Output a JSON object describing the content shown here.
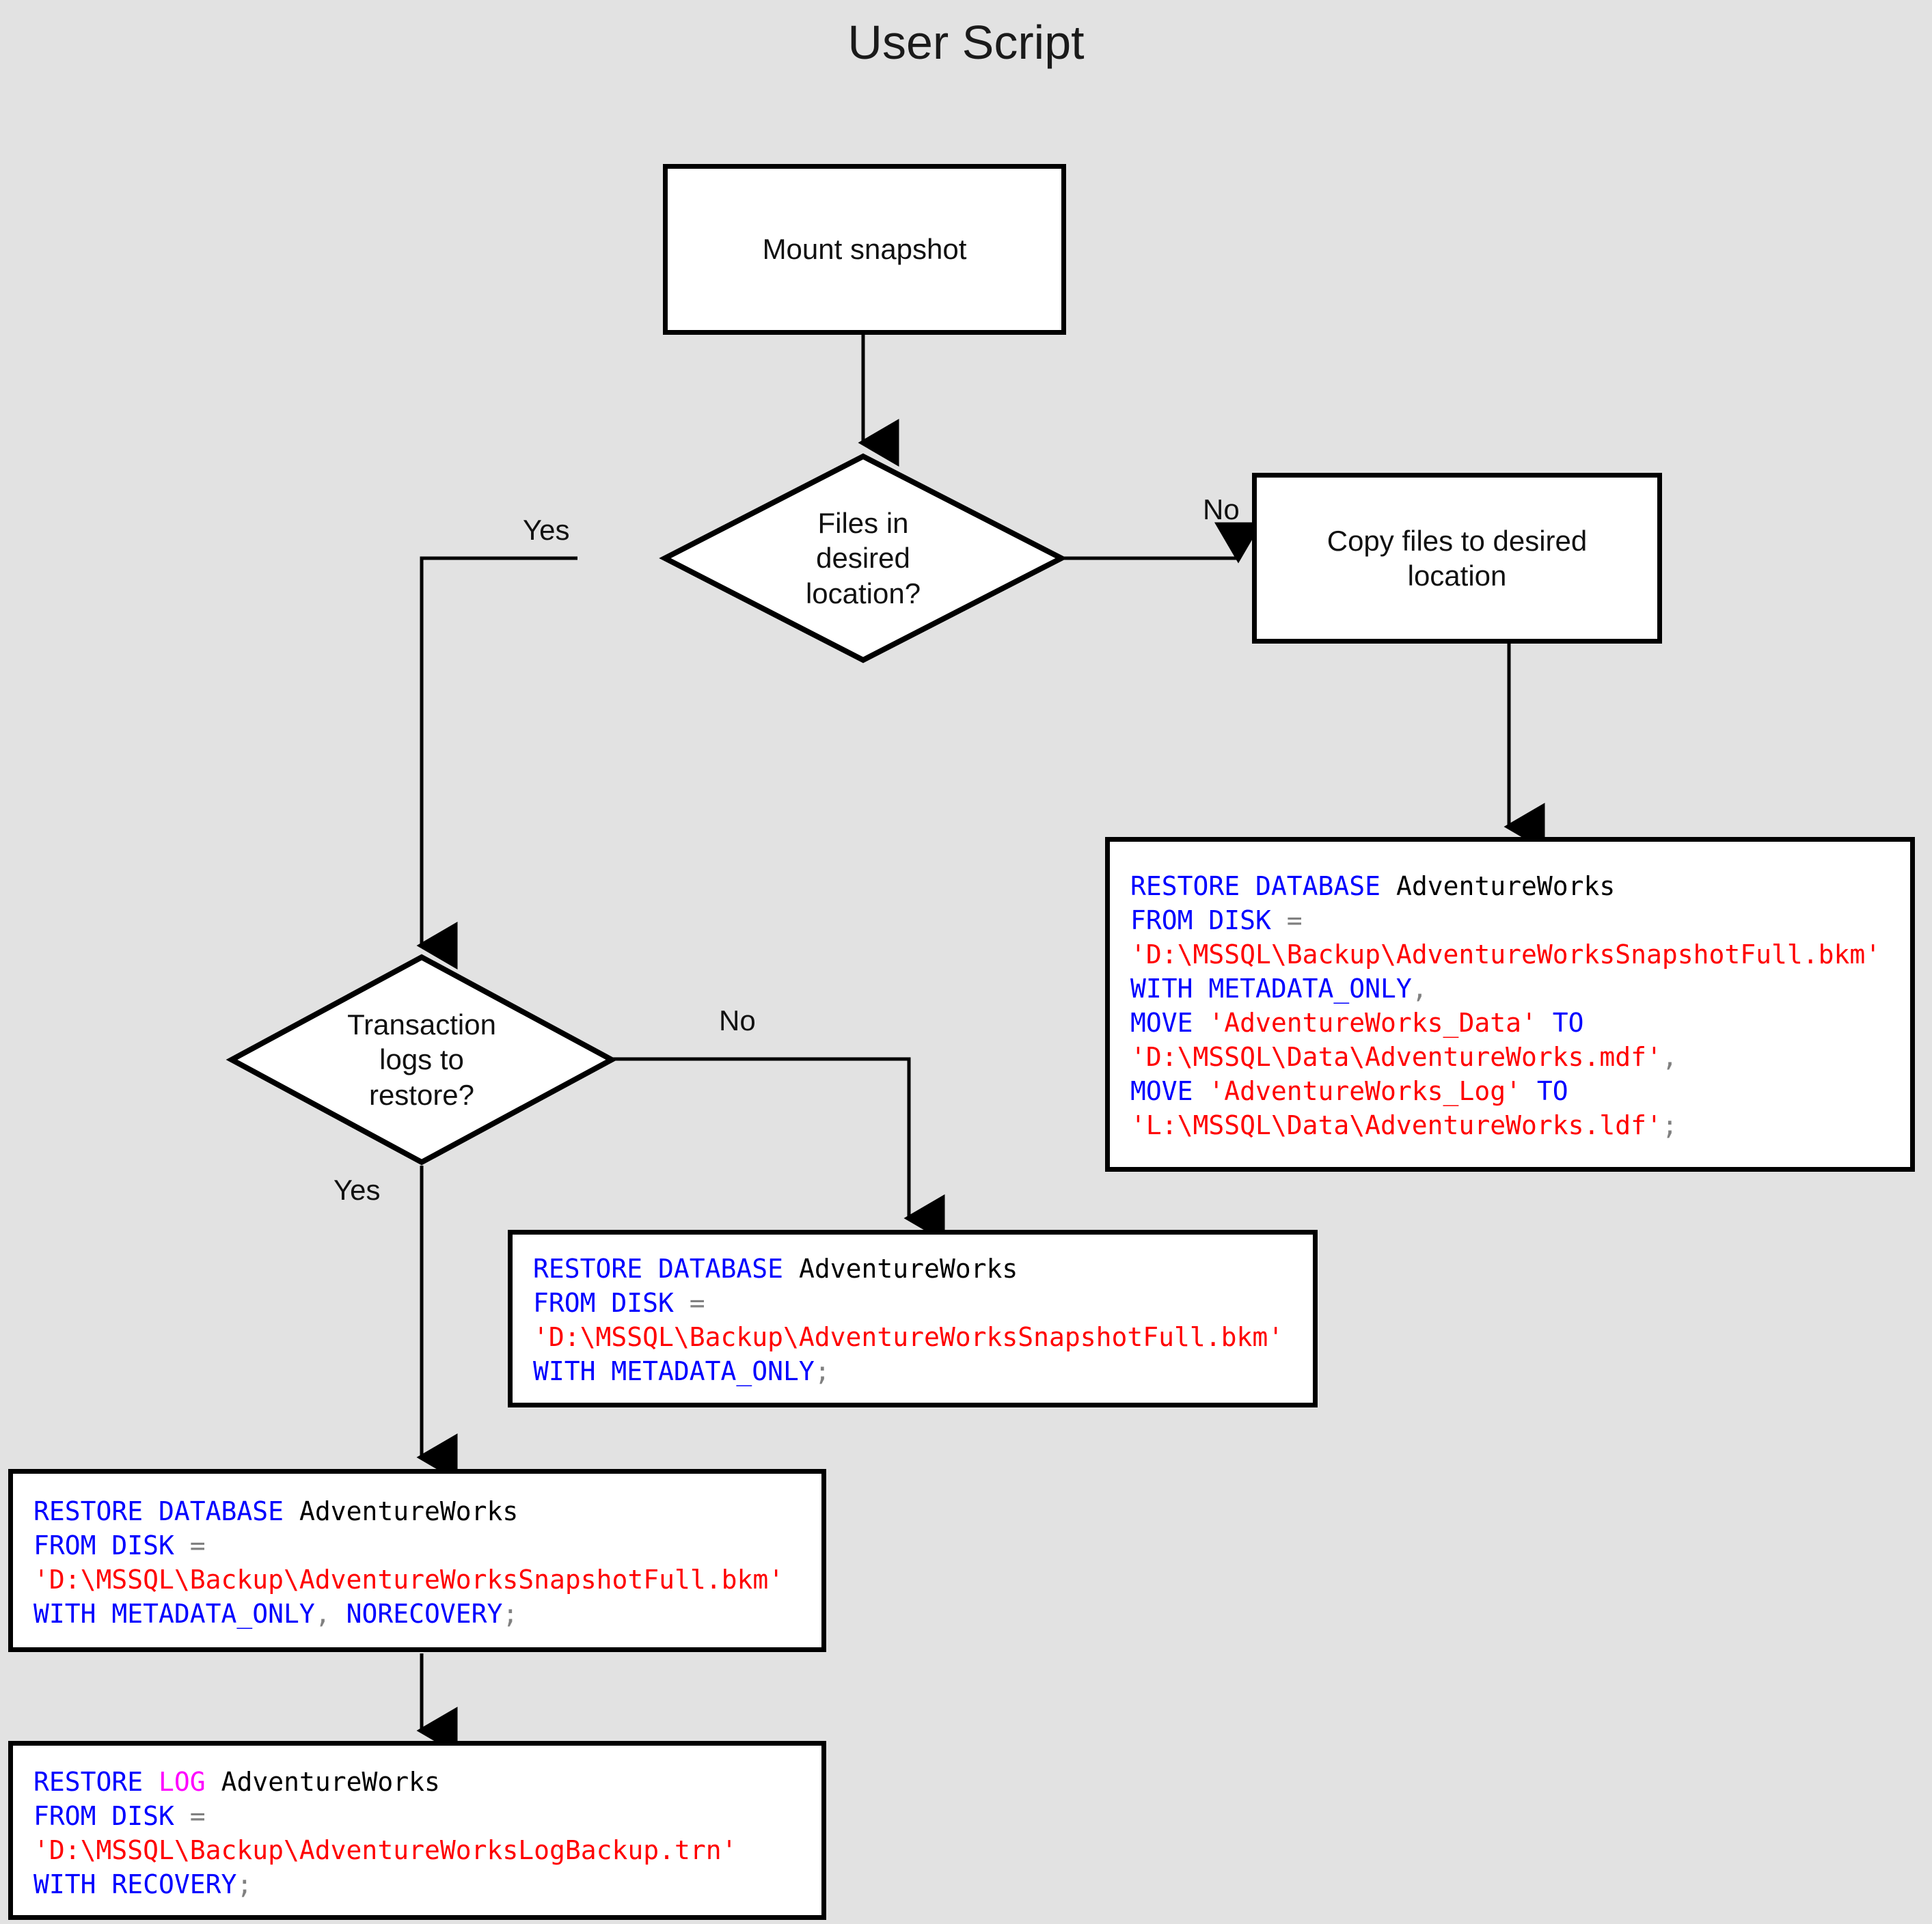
{
  "title": "User Script",
  "background_color": "#e2e2e2",
  "colors": {
    "keyword": "#0000ff",
    "string": "#ff0000",
    "punctuation": "#808080",
    "identifier": "#000000",
    "log_keyword": "#ff00ff",
    "shape_fill": "#ffffff",
    "shape_stroke": "#000000"
  },
  "nodes": {
    "mount_snapshot": {
      "label": "Mount snapshot",
      "shape": "process"
    },
    "files_in_location": {
      "label": "Files in\ndesired\nlocation?",
      "shape": "decision"
    },
    "copy_files": {
      "label": "Copy files to desired\nlocation",
      "shape": "process"
    },
    "txn_logs": {
      "label": "Transaction\nlogs to\nrestore?",
      "shape": "decision"
    }
  },
  "edge_labels": {
    "files_yes": "Yes",
    "files_no": "No",
    "logs_no": "No",
    "logs_yes": "Yes"
  },
  "code_blocks": {
    "restore_with_move": {
      "lines": [
        [
          {
            "t": "RESTORE DATABASE ",
            "c": "k"
          },
          {
            "t": "AdventureWorks",
            "c": "i"
          }
        ],
        [
          {
            "t": "FROM DISK ",
            "c": "k"
          },
          {
            "t": "=",
            "c": "p"
          }
        ],
        [
          {
            "t": "'D:\\MSSQL\\Backup\\AdventureWorksSnapshotFull.bkm'",
            "c": "s"
          }
        ],
        [
          {
            "t": "WITH METADATA_ONLY",
            "c": "k"
          },
          {
            "t": ",",
            "c": "p"
          }
        ],
        [
          {
            "t": "MOVE ",
            "c": "k"
          },
          {
            "t": "'AdventureWorks_Data'",
            "c": "s"
          },
          {
            "t": " TO",
            "c": "k"
          }
        ],
        [
          {
            "t": "'D:\\MSSQL\\Data\\AdventureWorks.mdf'",
            "c": "s"
          },
          {
            "t": ",",
            "c": "p"
          }
        ],
        [
          {
            "t": "MOVE ",
            "c": "k"
          },
          {
            "t": "'AdventureWorks_Log'",
            "c": "s"
          },
          {
            "t": " TO",
            "c": "k"
          }
        ],
        [
          {
            "t": "'L:\\MSSQL\\Data\\AdventureWorks.ldf'",
            "c": "s"
          },
          {
            "t": ";",
            "c": "p"
          }
        ]
      ]
    },
    "restore_metadata_only": {
      "lines": [
        [
          {
            "t": "RESTORE DATABASE ",
            "c": "k"
          },
          {
            "t": "AdventureWorks",
            "c": "i"
          }
        ],
        [
          {
            "t": "FROM DISK ",
            "c": "k"
          },
          {
            "t": "=",
            "c": "p"
          }
        ],
        [
          {
            "t": "'D:\\MSSQL\\Backup\\AdventureWorksSnapshotFull.bkm'",
            "c": "s"
          }
        ],
        [
          {
            "t": "WITH METADATA_ONLY",
            "c": "k"
          },
          {
            "t": ";",
            "c": "p"
          }
        ]
      ]
    },
    "restore_norecovery": {
      "lines": [
        [
          {
            "t": "RESTORE DATABASE ",
            "c": "k"
          },
          {
            "t": "AdventureWorks",
            "c": "i"
          }
        ],
        [
          {
            "t": "FROM DISK ",
            "c": "k"
          },
          {
            "t": "=",
            "c": "p"
          }
        ],
        [
          {
            "t": "'D:\\MSSQL\\Backup\\AdventureWorksSnapshotFull.bkm'",
            "c": "s"
          }
        ],
        [
          {
            "t": "WITH METADATA_ONLY",
            "c": "k"
          },
          {
            "t": ", ",
            "c": "p"
          },
          {
            "t": "NORECOVERY",
            "c": "k"
          },
          {
            "t": ";",
            "c": "p"
          }
        ]
      ]
    },
    "restore_log": {
      "lines": [
        [
          {
            "t": "RESTORE ",
            "c": "k"
          },
          {
            "t": "LOG",
            "c": "m"
          },
          {
            "t": " ",
            "c": "k"
          },
          {
            "t": "AdventureWorks",
            "c": "i"
          }
        ],
        [
          {
            "t": "FROM DISK ",
            "c": "k"
          },
          {
            "t": "=",
            "c": "p"
          }
        ],
        [
          {
            "t": "'D:\\MSSQL\\Backup\\AdventureWorksLogBackup.trn'",
            "c": "s"
          }
        ],
        [
          {
            "t": "WITH RECOVERY",
            "c": "k"
          },
          {
            "t": ";",
            "c": "p"
          }
        ]
      ]
    }
  },
  "chart_data": {
    "type": "diagram",
    "title": "User Script",
    "flow": [
      {
        "from": "Mount snapshot",
        "to": "Files in desired location?",
        "label": ""
      },
      {
        "from": "Files in desired location?",
        "to": "Copy files to desired location",
        "label": "No"
      },
      {
        "from": "Files in desired location?",
        "to": "Transaction logs to restore?",
        "label": "Yes"
      },
      {
        "from": "Copy files to desired location",
        "to": "RESTORE DATABASE ... WITH METADATA_ONLY, MOVE ...",
        "label": ""
      },
      {
        "from": "Transaction logs to restore?",
        "to": "RESTORE DATABASE ... WITH METADATA_ONLY;",
        "label": "No"
      },
      {
        "from": "Transaction logs to restore?",
        "to": "RESTORE DATABASE ... WITH METADATA_ONLY, NORECOVERY;",
        "label": "Yes"
      },
      {
        "from": "RESTORE DATABASE ... NORECOVERY;",
        "to": "RESTORE LOG ... WITH RECOVERY;",
        "label": ""
      }
    ]
  }
}
